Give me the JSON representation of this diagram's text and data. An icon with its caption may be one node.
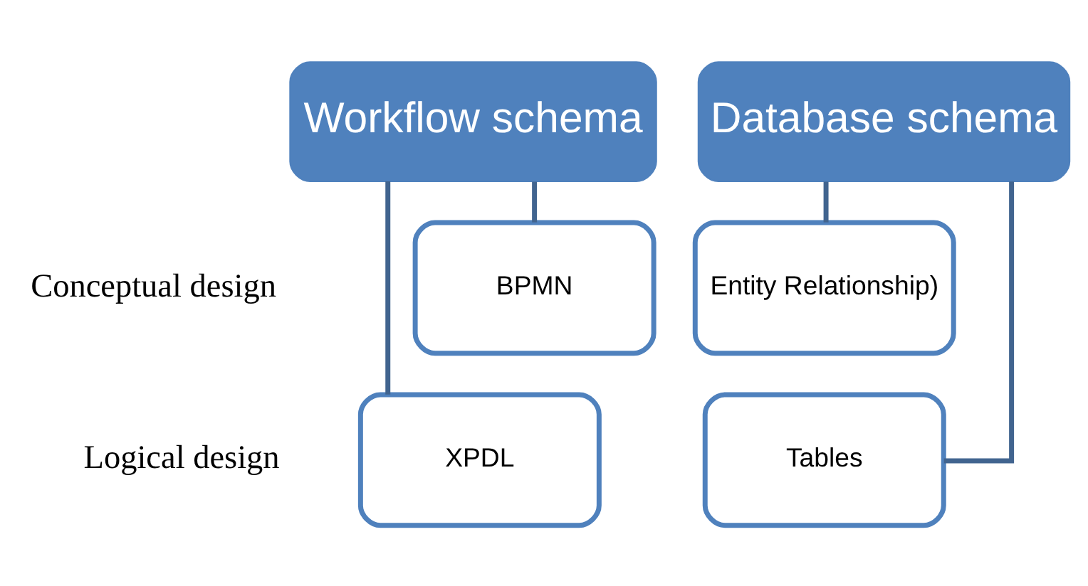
{
  "diagram": {
    "nodes": [
      {
        "text": [
          "Workflow schema"
        ]
      },
      {
        "text": [
          "BPMN"
        ]
      },
      {
        "text": [
          "XPDL"
        ]
      },
      {
        "text": [
          "Database schema"
        ]
      },
      {
        "text": [
          "Entity Relationship)"
        ]
      },
      {
        "text": [
          "Tables"
        ]
      }
    ],
    "edges": [
      {
        "from": 0,
        "to": 1,
        "arrow": "none"
      },
      {
        "from": 0,
        "to": 2,
        "arrow": "none"
      },
      {
        "from": 3,
        "to": 4,
        "arrow": "none"
      },
      {
        "from": 3,
        "to": 5,
        "arrow": "none"
      }
    ],
    "labels": [
      "Conceptual design",
      "Logical design"
    ]
  }
}
